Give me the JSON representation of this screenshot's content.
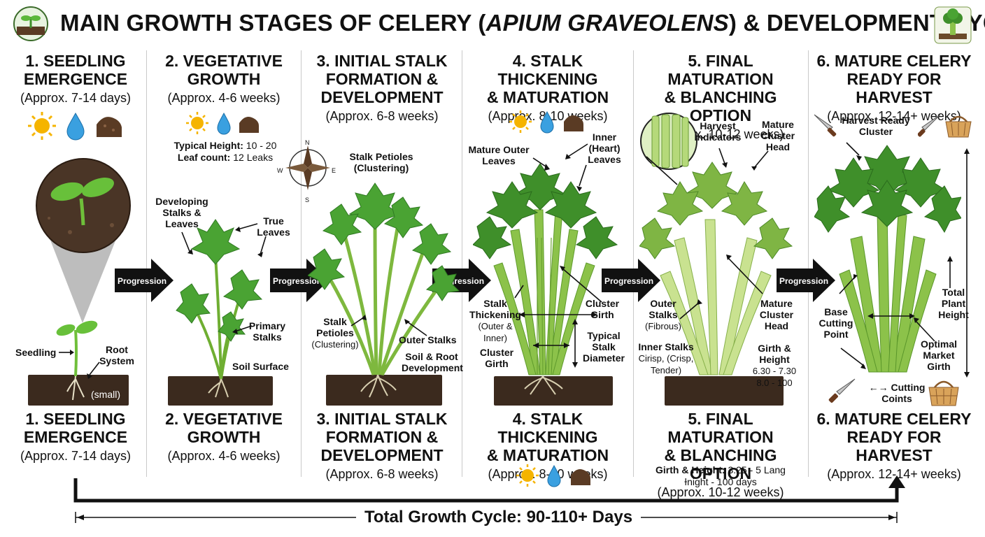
{
  "title": {
    "prefix": "MAIN GROWTH STAGES OF CELERY (",
    "italic": "APIUM GRAVEOLENS",
    "suffix": ") & DEVELOPMENT CYCLE"
  },
  "stages": [
    {
      "name_l1": "1. SEEDLING",
      "name_l2": "EMERGENCE",
      "name_l3": "",
      "duration": "(Approx. 7-14 days)"
    },
    {
      "name_l1": "2. VEGETATIVE",
      "name_l2": "GROWTH",
      "name_l3": "",
      "duration": "(Approx. 4-6 weeks)"
    },
    {
      "name_l1": "3. INITIAL STALK",
      "name_l2": "FORMATION &",
      "name_l3": "DEVELOPMENT",
      "duration": "(Approx. 6-8 weeks)"
    },
    {
      "name_l1": "4. STALK THICKENING",
      "name_l2": "& MATURATION",
      "name_l3": "",
      "duration": "(Approx. 8-10 weeks)"
    },
    {
      "name_l1": "5. FINAL MATURATION",
      "name_l2": "& BLANCHING OPTION",
      "name_l3": "",
      "duration": "(Approx. 10-12 weeks)"
    },
    {
      "name_l1": "6. MATURE CELERY",
      "name_l2": "READY FOR HARVEST",
      "name_l3": "",
      "duration": "(Approx. 12-14+ weeks)"
    }
  ],
  "progression_label": "Progression",
  "stage1_labels": {
    "seedling": "Seedling",
    "root_system": "Root System",
    "small": "(small)"
  },
  "stage2_labels": {
    "height_key": "Typical Height:",
    "height_val": "10 - 20",
    "leaf_key": "Leaf count:",
    "leaf_val": "12 Leaks",
    "developing": "Developing Stalks & Leaves",
    "true_leaves": "True Leaves",
    "primary": "Primary Stalks",
    "soil_surface": "Soil Surface"
  },
  "compass": {
    "n": "N",
    "e": "E",
    "s": "S",
    "w": "W"
  },
  "stage3_labels": {
    "petioles_top": "Stalk Petioles (Clustering)",
    "petioles": "Stalk Petioles",
    "petioles_sub": "(Clustering)",
    "outer_stalks": "Outer Stalks",
    "soil_root": "Soil & Root Development"
  },
  "stage4_labels": {
    "mature_outer": "Mature Outer Leaves",
    "inner_heart": "Inner (Heart) Leaves",
    "thickening": "Stalk Thickening",
    "thickening_sub": "(Outer & Inner)",
    "cluster_girth_r": "Cluster Girth",
    "cluster_girth_l": "Cluster Girth",
    "typical_diameter": "Typical Stalk Diameter"
  },
  "stage5_labels": {
    "harvest_indicators": "Harvest Indicators",
    "mature_head_top": "Mature Cluster Head",
    "outer_stalks": "Outer Stalks",
    "outer_sub": "(Fibrous)",
    "mature_head": "Mature Cluster Head",
    "inner_stalks": "Inner Stalks",
    "inner_sub": "Cirisp, (Crisp, Tender)",
    "girth_height": "Girth & Height",
    "gh_val1": "6.30 - 7.30",
    "gh_val2": "8.0 - 100",
    "bottom_key": "Girth & Height:",
    "bottom_val": "3.25 - 5 Lang",
    "bottom_line2": "Ɨnight - 100 days"
  },
  "stage6_labels": {
    "harvest_ready": "Harvest Ready Cluster",
    "total_height": "Total Plant Height",
    "base_cutting": "Base Cutting Point",
    "optimal_girth": "Optimal Market Girth",
    "cutting_coints": "Cutting Coints"
  },
  "total_cycle": "Total Growth Cycle: 90-110+ Days",
  "colors": {
    "soil": "#3b2a1e",
    "leaf": "#3f8f2a",
    "stalk": "#8cc24a",
    "sun": "#f5b400",
    "water": "#2b8fd6"
  }
}
